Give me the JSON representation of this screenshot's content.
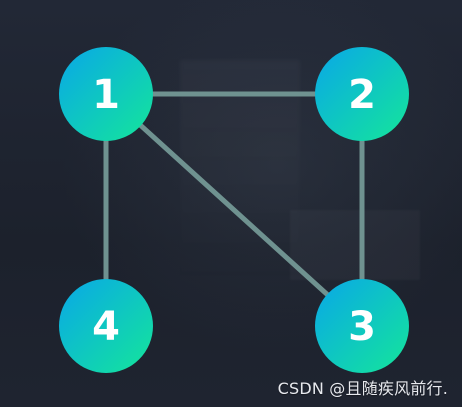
{
  "graph": {
    "nodes": [
      {
        "id": "1",
        "label": "1"
      },
      {
        "id": "2",
        "label": "2"
      },
      {
        "id": "3",
        "label": "3"
      },
      {
        "id": "4",
        "label": "4"
      }
    ],
    "edges": [
      [
        "1",
        "2"
      ],
      [
        "1",
        "3"
      ],
      [
        "1",
        "4"
      ],
      [
        "2",
        "3"
      ]
    ],
    "colors": {
      "edge": "#6f9290",
      "node_gradient_start": "#09a7e8",
      "node_gradient_end": "#14e69a",
      "node_text": "#ffffff",
      "background": "#1e2330"
    }
  },
  "watermark": {
    "text": "CSDN @且随疾风前行."
  }
}
